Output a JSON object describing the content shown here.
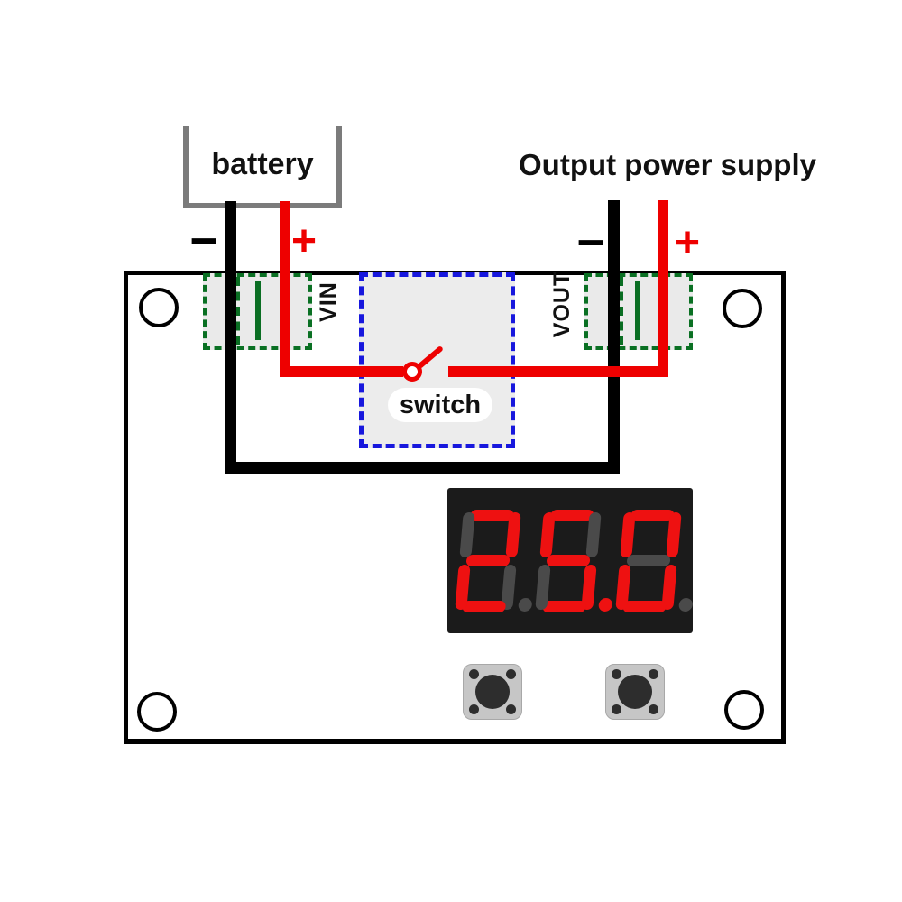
{
  "labels": {
    "battery": "battery",
    "output_power_supply": "Output power supply",
    "switch": "switch",
    "vin": "VIN",
    "vout": "VOUT"
  },
  "polarity": {
    "battery_minus": "−",
    "battery_plus": "+",
    "output_minus": "−",
    "output_plus": "+"
  },
  "display": {
    "value": "25.0",
    "digits": [
      {
        "char": "2",
        "dp": false
      },
      {
        "char": "5",
        "dp": true
      },
      {
        "char": "0",
        "dp": false
      }
    ]
  },
  "colors": {
    "wire_negative": "#000000",
    "wire_positive": "#ee0000",
    "terminal_outline_green": "#0a7023",
    "switch_outline_blue": "#1717dd",
    "battery_box_gray": "#7b7b7b",
    "segment_on": "#ee1111",
    "segment_off": "#4a4a4a",
    "display_background": "#1b1b1b"
  }
}
